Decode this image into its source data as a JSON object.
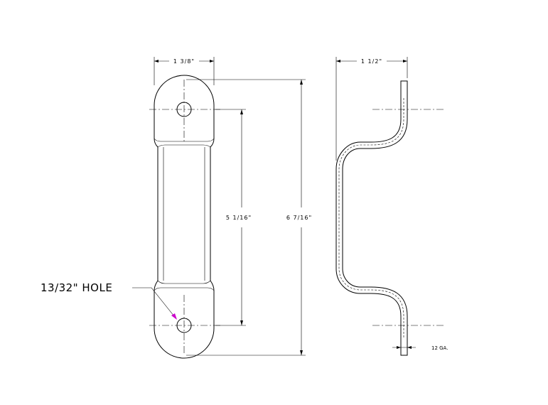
{
  "labels": {
    "width_front": "1 3/8\"",
    "width_side": "1 1/2\"",
    "hole_spacing": "5 1/16\"",
    "overall_length": "6 7/16\"",
    "hole": "13/32\" HOLE",
    "gauge": "12 GA."
  },
  "colors": {
    "line": "#000000",
    "leader_arrow": "#cc00cc",
    "background": "#ffffff"
  }
}
